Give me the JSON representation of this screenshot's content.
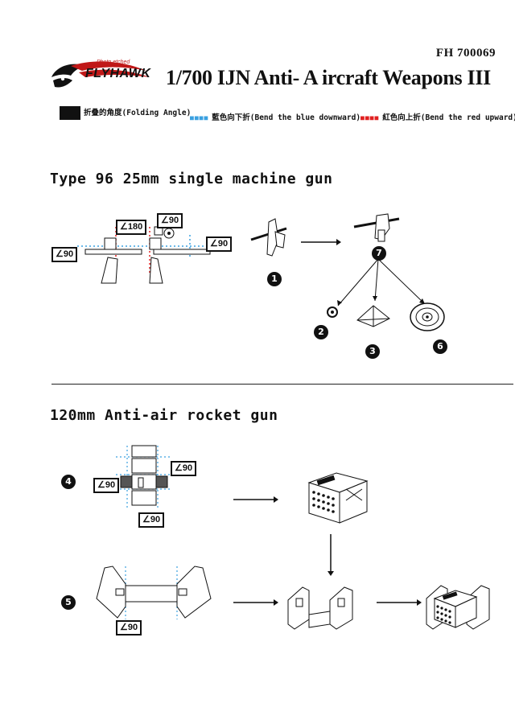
{
  "header": {
    "product_code": "FH 700069",
    "brand_small": "Photo etched",
    "brand_name": "FLYHAWK",
    "title": "1/700  IJN Anti- A ircraft Weapons III"
  },
  "legend": {
    "folding": "折叠的角度(Folding Angle)",
    "blue_bend": "藍色向下折(Bend the blue downward)",
    "red_bend": "紅色向上折(Bend the red upward)",
    "colors": {
      "black": "#111111",
      "blue": "#3aa0e0",
      "red": "#e02020"
    }
  },
  "section1": {
    "title": "Type 96 25mm single machine gun",
    "angles": [
      "∠180",
      "∠90",
      "∠90",
      "∠90"
    ],
    "steps": [
      "1",
      "7",
      "2",
      "3",
      "6"
    ]
  },
  "section2": {
    "title": "120mm  Anti-air rocket gun",
    "angles": [
      "∠90",
      "∠90",
      "∠90",
      "∠90"
    ],
    "steps": [
      "4",
      "5"
    ]
  }
}
